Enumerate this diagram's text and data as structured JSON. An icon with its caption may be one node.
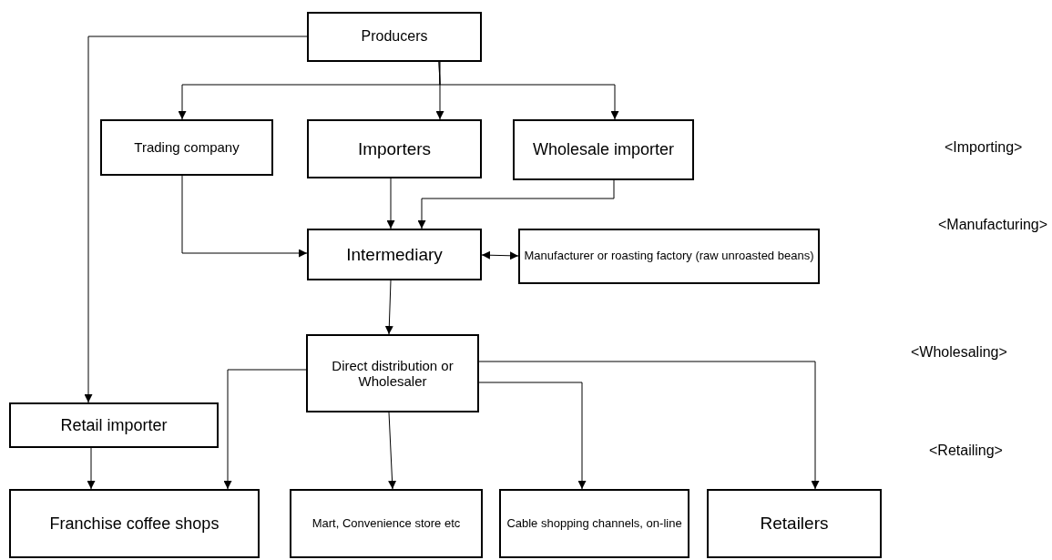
{
  "diagram": {
    "nodes": [
      {
        "text": [
          "Producers"
        ]
      },
      {
        "text": [
          "Trading company"
        ]
      },
      {
        "text": [
          "Importers"
        ]
      },
      {
        "text": [
          "Wholesale importer"
        ]
      },
      {
        "text": [
          "Intermediary"
        ]
      },
      {
        "text": [
          "Manufacturer or roasting factory (raw unroasted beans)"
        ]
      },
      {
        "text": [
          "Direct distribution or Wholesaler"
        ]
      },
      {
        "text": [
          "Retail importer"
        ]
      },
      {
        "text": [
          "Franchise coffee shops"
        ]
      },
      {
        "text": [
          "Mart, Convenience store etc"
        ]
      },
      {
        "text": [
          "Cable shopping channels, on-line"
        ]
      },
      {
        "text": [
          "Retailers"
        ]
      }
    ],
    "edges": [
      {
        "from": 0,
        "to": 7,
        "arrow": "to"
      },
      {
        "from": 0,
        "to": 1,
        "arrow": "to"
      },
      {
        "from": 0,
        "to": 2,
        "arrow": "to"
      },
      {
        "from": 0,
        "to": 3,
        "arrow": "to"
      },
      {
        "from": 1,
        "to": 4,
        "arrow": "to"
      },
      {
        "from": 2,
        "to": 4,
        "arrow": "to"
      },
      {
        "from": 3,
        "to": 4,
        "arrow": "to"
      },
      {
        "from": 4,
        "to": 5,
        "arrow": "both"
      },
      {
        "from": 4,
        "to": 6,
        "arrow": "to"
      },
      {
        "from": 6,
        "to": 8,
        "arrow": "to"
      },
      {
        "from": 6,
        "to": 9,
        "arrow": "to"
      },
      {
        "from": 6,
        "to": 10,
        "arrow": "to"
      },
      {
        "from": 6,
        "to": 11,
        "arrow": "to"
      },
      {
        "from": 7,
        "to": 8,
        "arrow": "to"
      }
    ],
    "labels": [
      "<Importing>",
      "<Manufacturing>",
      "<Wholesaling>",
      "<Retailing>"
    ]
  }
}
